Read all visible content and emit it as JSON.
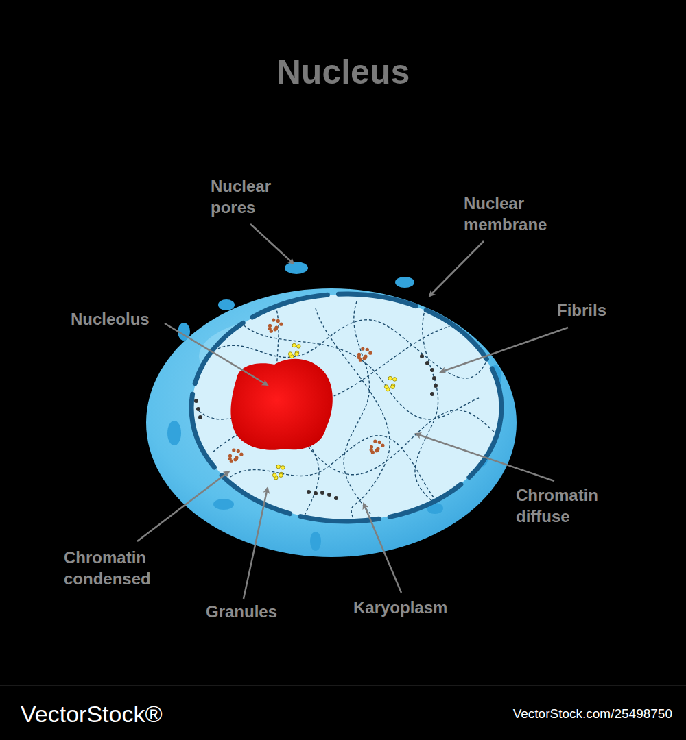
{
  "diagram": {
    "title": "Nucleus",
    "labels": [
      "Nuclear pores",
      "Nuclear membrane",
      "Nucleolus",
      "Fibrils",
      "Chromatin diffuse",
      "Chromatin condensed",
      "Granules",
      "Karyoplasm",
      "VectorStock®",
      "VectorStock.com/25498750"
    ]
  }
}
